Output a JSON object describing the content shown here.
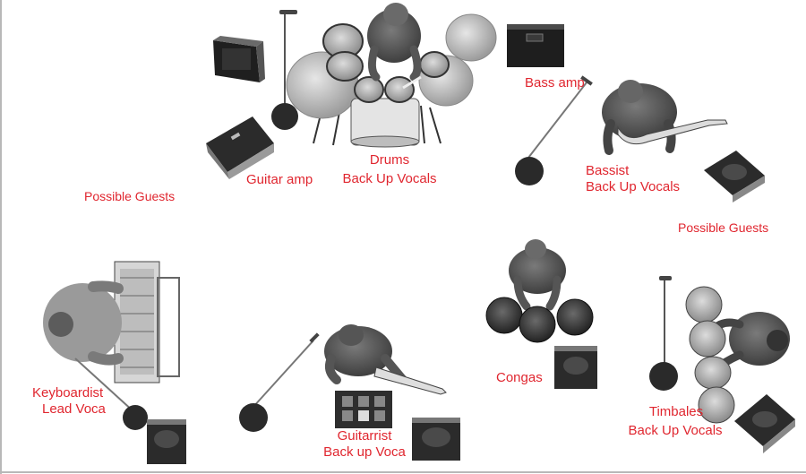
{
  "labels": {
    "guitar_amp": "Guitar amp",
    "drums": "Drums",
    "drums_role": "Back Up Vocals",
    "bass_amp": "Bass amp",
    "bassist": "Bassist",
    "bassist_role": "Back Up Vocals",
    "guests_left": "Possible Guests",
    "guests_right": "Possible Guests",
    "keyboardist": "Keyboardist",
    "keyboardist_role": "Lead Voca",
    "guitarrist": "Guitarrist",
    "guitarrist_role": "Back up Voca",
    "congas": "Congas",
    "timbales": "Timbales",
    "timbales_role": "Back Up Vocals"
  },
  "colors": {
    "label": "#e0262f",
    "figure": "#5a5a5a",
    "cymbal": "#c8c8c8",
    "gear_dark": "#2a2a2a",
    "stand": "#3a3a3a"
  }
}
